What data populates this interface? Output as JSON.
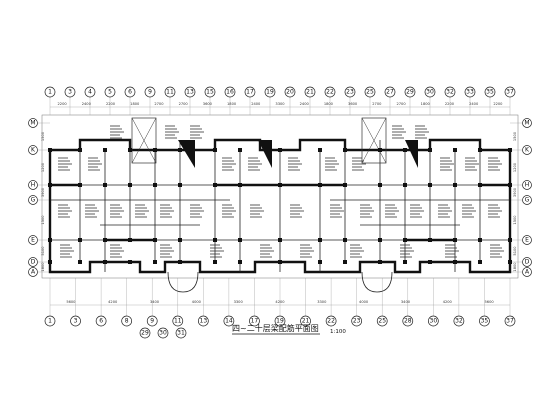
{
  "drawing": {
    "title": "四~二十层梁配筋平面图",
    "scale": "1:100"
  },
  "axes": {
    "top_numbers": [
      "1",
      "3",
      "4",
      "5",
      "6",
      "9",
      "11",
      "13",
      "15",
      "16",
      "17",
      "19",
      "20",
      "21",
      "22",
      "23",
      "25",
      "27",
      "29",
      "30",
      "32",
      "33",
      "35",
      "37"
    ],
    "bottom_numbers": [
      "1",
      "3",
      "6",
      "8",
      "9",
      "11",
      "13",
      "14",
      "17",
      "19",
      "21",
      "22",
      "23",
      "25",
      "28",
      "30",
      "32",
      "35",
      "37"
    ],
    "bottom_extra": [
      "29",
      "30",
      "31"
    ],
    "left_letters": [
      "M",
      "K",
      "H",
      "G",
      "E",
      "D",
      "A"
    ],
    "right_letters": [
      "M",
      "K",
      "H",
      "G",
      "E",
      "D",
      "A"
    ]
  },
  "dimensions": {
    "top_row": [
      "2200",
      "2400",
      "2200",
      "1800",
      "2700",
      "2700",
      "3600",
      "1800",
      "2400",
      "3300",
      "2400",
      "1800",
      "3600",
      "2700",
      "2700",
      "1800",
      "2200",
      "2400",
      "2200"
    ],
    "bottom_row": [
      "5600",
      "4200",
      "3400",
      "4000",
      "3300",
      "4200",
      "3300",
      "4000",
      "3400",
      "4200",
      "5600"
    ],
    "left_side": [
      "1500",
      "1200",
      "3900",
      "1500",
      "5100",
      "1800"
    ],
    "right_side": [
      "1500",
      "1200",
      "3900",
      "1500",
      "5100",
      "1800"
    ]
  }
}
